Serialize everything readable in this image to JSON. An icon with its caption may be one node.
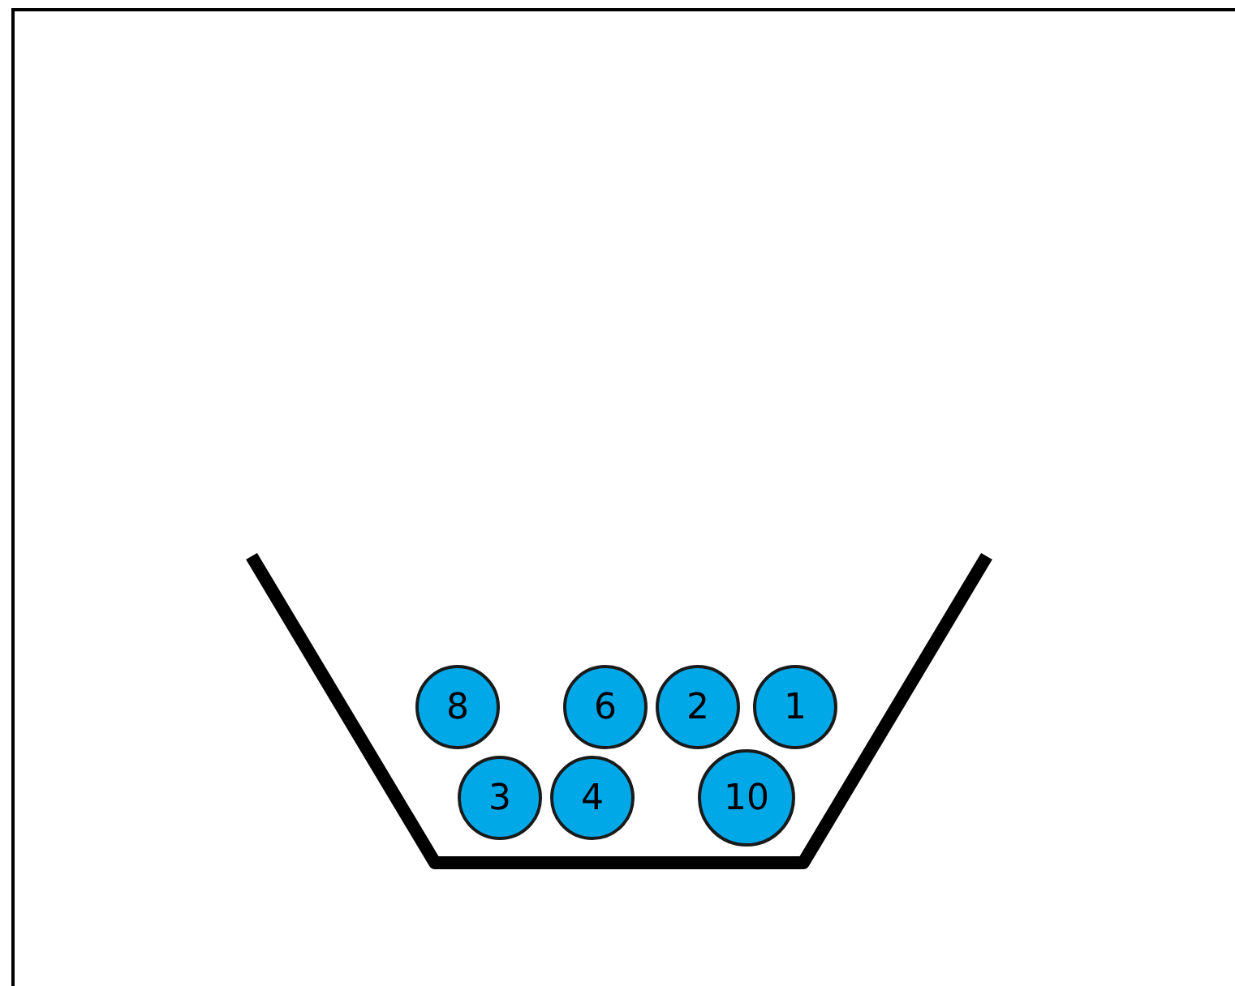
{
  "diagram": {
    "nodes": [
      {
        "text": [
          "8"
        ]
      },
      {
        "text": [
          "6"
        ]
      },
      {
        "text": [
          "2"
        ]
      },
      {
        "text": [
          "1"
        ]
      },
      {
        "text": [
          "3"
        ]
      },
      {
        "text": [
          "4"
        ]
      },
      {
        "text": [
          "10"
        ]
      }
    ]
  }
}
